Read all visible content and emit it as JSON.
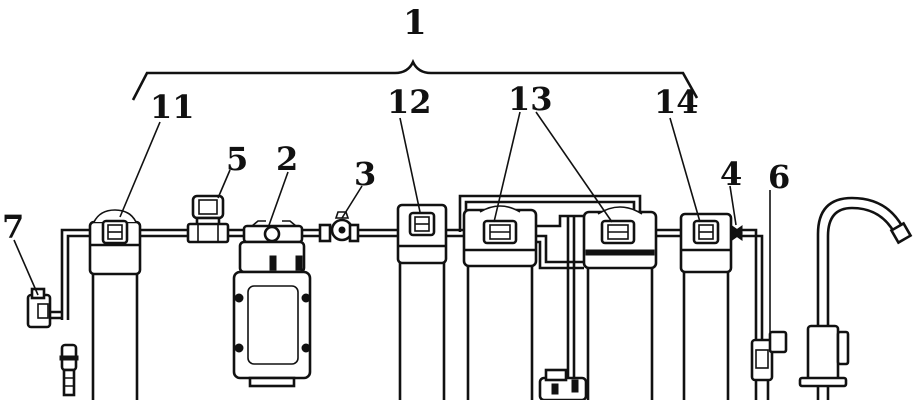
{
  "labels": {
    "system": "1",
    "pump": "2",
    "check_valve": "3",
    "valve": "4",
    "switch": "5",
    "sensor": "6",
    "inlet_valve": "7",
    "filter_a": "11",
    "filter_b": "12",
    "filter_c": "13",
    "filter_d": "14"
  }
}
